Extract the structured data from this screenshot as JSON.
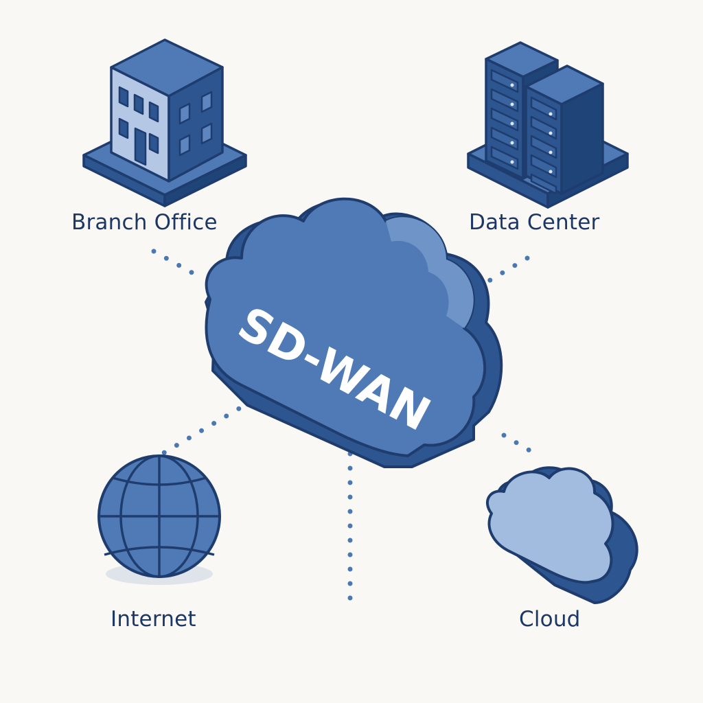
{
  "hub": {
    "label": "SD-WAN"
  },
  "nodes": {
    "branch_office": {
      "label": "Branch Office"
    },
    "data_center": {
      "label": "Data Center"
    },
    "internet": {
      "label": "Internet"
    },
    "cloud": {
      "label": "Cloud"
    }
  },
  "icons": {
    "branch_office": "building-icon",
    "data_center": "server-rack-icon",
    "internet": "globe-icon",
    "cloud": "cloud-icon"
  },
  "colors": {
    "background": "#faf8f4",
    "outline": "#1e3c6e",
    "primary": "#4f7ab5",
    "light": "#9fb8dc",
    "dark": "#2d5590",
    "connector": "#4a78b3",
    "label": "#1d3764"
  }
}
